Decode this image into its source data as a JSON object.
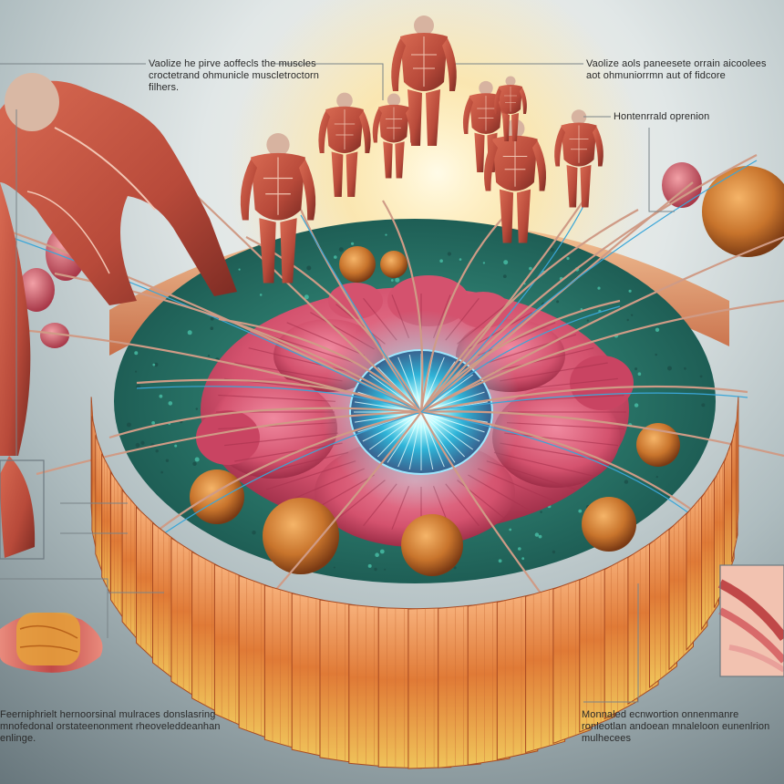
{
  "labels": {
    "top_left": "Vaolize he pirve aoffecls the muscles croctetrand ohmunicle muscletroctorn filhers.",
    "top_right": "Vaolize aols paneesete orrain aicoolees aot ohmuniorrmn aut of fidcore",
    "right_mid": "Hontenrrald oprenion",
    "bottom_left": "Feerniphrielt hernoorsinal mulraces donslasring mnofedonal orstateenonment rheoveleddeanhan enlinge.",
    "bottom_right": "Monnaled ecnwortion onnenmanre ronleotlan andoean mnaleloon eunenlrion mulhecees"
  },
  "colors": {
    "muscle": "#b84a3a",
    "muscle_dark": "#7a2a22",
    "ring": "#e8974a",
    "tissue": "#d95a78",
    "core": "#5ef0ff",
    "moss": "#2f8a7a",
    "cell": "#d47a2c"
  },
  "icons": [
    "human-muscle-figure-icon",
    "muscle-fiber-icon",
    "nerve-core-glow-icon",
    "cell-sphere-icon"
  ]
}
